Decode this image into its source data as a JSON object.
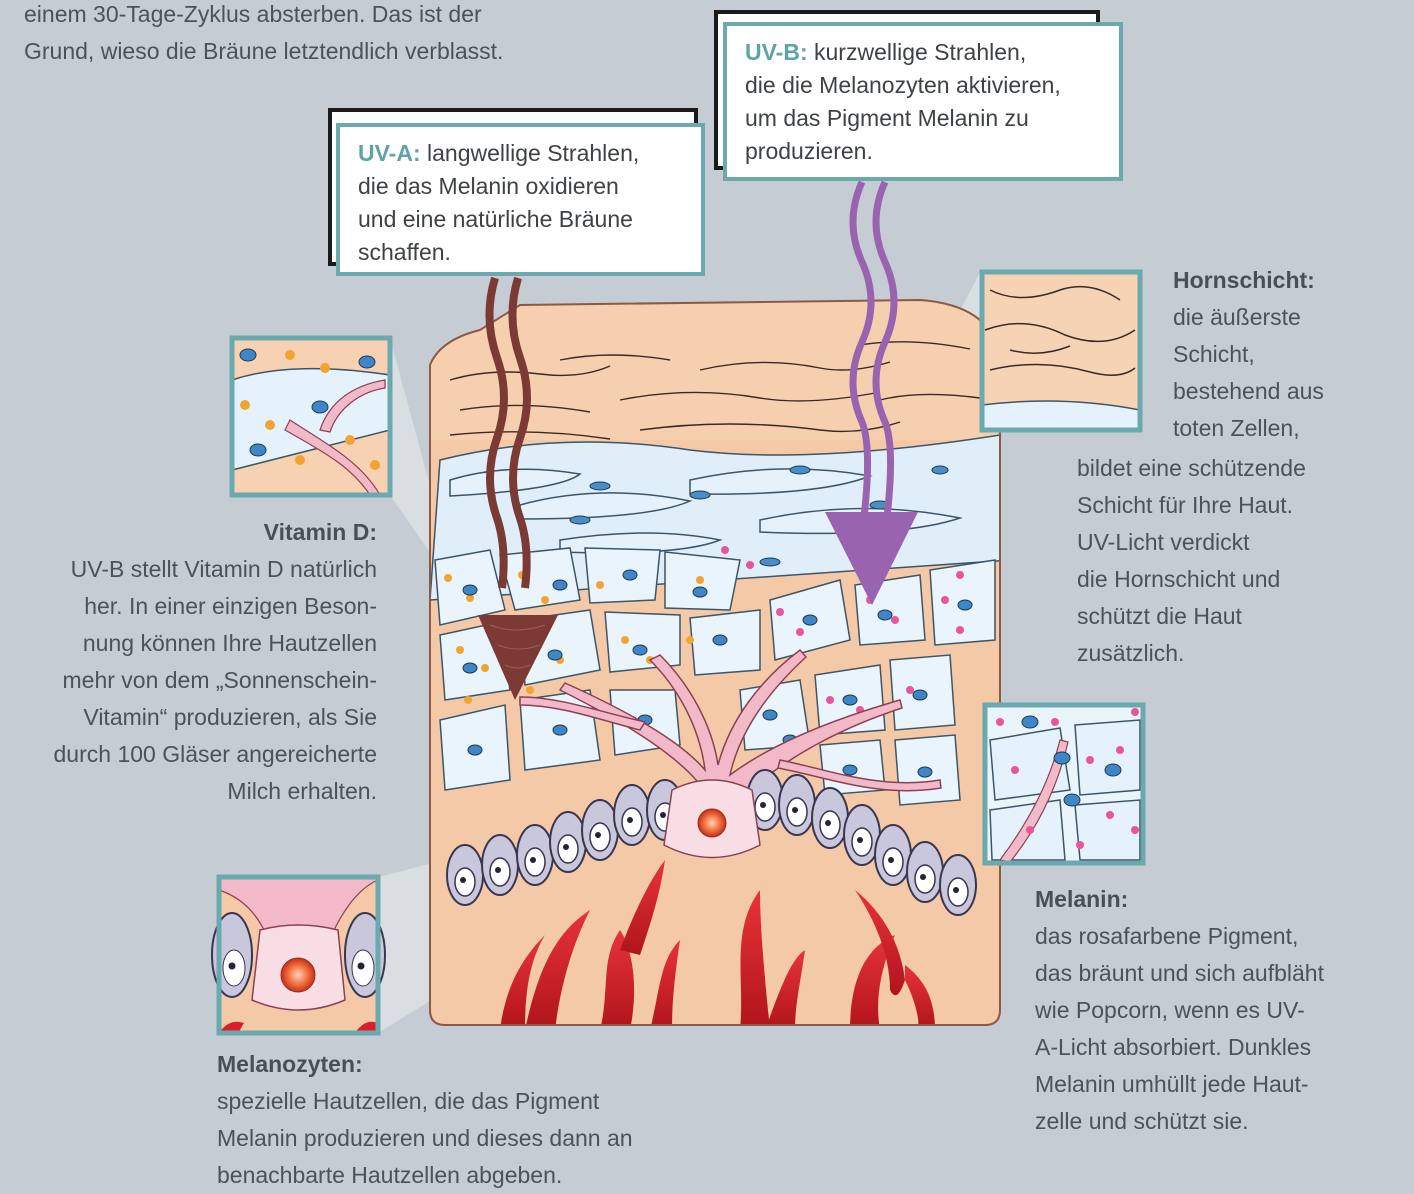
{
  "intro": {
    "line1": "einem 30-Tage-Zyklus absterben. Das ist der",
    "line2": "Grund, wieso die Bräune letztendlich verblasst."
  },
  "uva": {
    "label": "UV-A:",
    "line1": " langwellige Strahlen,",
    "line2": "die das Melanin oxidieren",
    "line3": "und eine natürliche Bräune",
    "line4": "schaffen."
  },
  "uvb": {
    "label": "UV-B:",
    "line1": " kurzwellige Strahlen,",
    "line2": "die die Melanozyten aktivieren,",
    "line3": "um das Pigment Melanin zu",
    "line4": "produzieren."
  },
  "vitamin_d": {
    "heading": "Vitamin D:",
    "lines": [
      "UV-B stellt Vitamin D natürlich",
      "her. In einer einzigen Beson-",
      "nung können Ihre Hautzellen",
      "mehr von dem „Sonnenschein-",
      "Vitamin“ produzieren, als Sie",
      "durch 100 Gläser angereicherte",
      "Milch erhalten."
    ]
  },
  "hornschicht": {
    "heading": "Hornschicht:",
    "lines_a": [
      "die äußerste",
      "Schicht,",
      "bestehend aus",
      "toten Zellen,"
    ],
    "lines_b": [
      "bildet eine schützende",
      "Schicht für Ihre Haut.",
      "UV-Licht verdickt",
      "die Hornschicht und",
      "schützt die Haut",
      "zusätzlich."
    ]
  },
  "melanin": {
    "heading": "Melanin:",
    "lines": [
      "das rosafarbene Pigment,",
      "das bräunt und sich aufbläht",
      "wie Popcorn, wenn es UV-",
      "A-Licht absorbiert. Dunkles",
      "Melanin umhüllt jede Haut-",
      "zelle und schützt sie."
    ]
  },
  "melanozyten": {
    "heading": "Melanozyten:",
    "lines": [
      "spezielle Hautzellen, die das Pigment",
      "Melanin produzieren und dieses dann an",
      "benachbarte Hautzellen abgeben."
    ]
  },
  "colors": {
    "background": "#c6ccd3",
    "accent_teal": "#6aa9ad",
    "uva_ray": "#7b3a34",
    "uvb_ray": "#9a63b0",
    "skin": "#f4c9a8",
    "blood_vessel": "#d8202a"
  }
}
